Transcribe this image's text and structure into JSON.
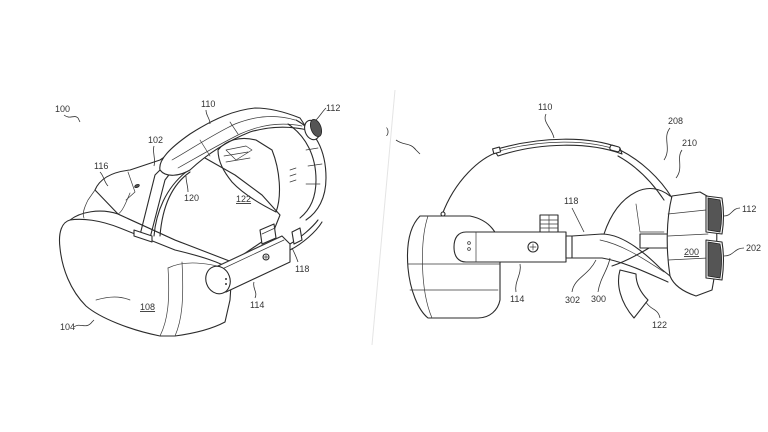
{
  "figure": {
    "description": "Patent drawings of a head-mounted display (VR headset) shown in two views",
    "background": "#ffffff",
    "line_color": "#2b2b2b"
  },
  "left_view": {
    "name": "perspective-view",
    "labels": {
      "system": "100",
      "headset": "104",
      "strap_102": "102",
      "top_strap": "110",
      "rear_dial": "112",
      "side_arm": "114",
      "front_cover": "116",
      "connector": "118",
      "strap_120": "120",
      "face_interface": "122",
      "body": "108"
    }
  },
  "right_view": {
    "name": "side-view",
    "labels": {
      "system_partial": ")",
      "top_strap": "110",
      "rear_assembly": "208",
      "rear_frame": "210",
      "connector": "118",
      "rear_dial": "112",
      "rear_pad": "200",
      "rear_knob": "202",
      "side_arm": "114",
      "rail_302": "302",
      "rail_300": "300",
      "face_interface": "122"
    }
  }
}
